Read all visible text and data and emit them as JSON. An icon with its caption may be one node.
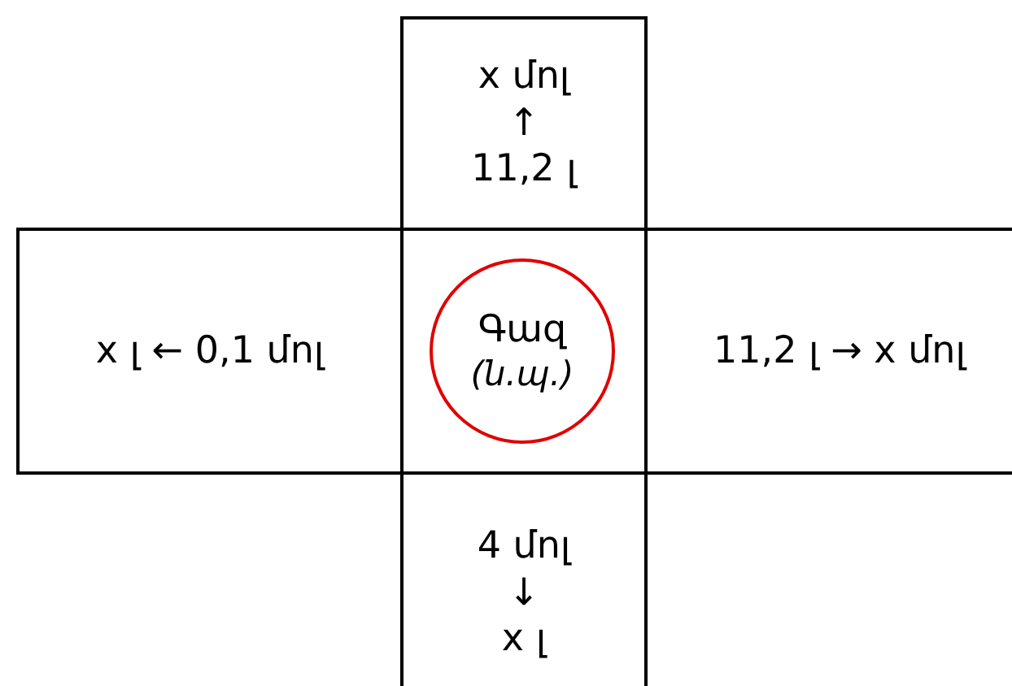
{
  "diagram": {
    "nodes": [
      {
        "text": [
          "x մոլ",
          "↑",
          "11,2 լ"
        ]
      },
      {
        "text": [
          "x լ ← 0,1 մոլ"
        ]
      },
      {
        "text": [],
        "shape": "box"
      },
      {
        "text": [
          "Գազ",
          "(ն.պ.)"
        ],
        "in": 2
      },
      {
        "text": [
          "11,2 լ → x մոլ"
        ]
      },
      {
        "text": [
          "4 մոլ",
          "↓",
          "x լ"
        ]
      }
    ]
  }
}
